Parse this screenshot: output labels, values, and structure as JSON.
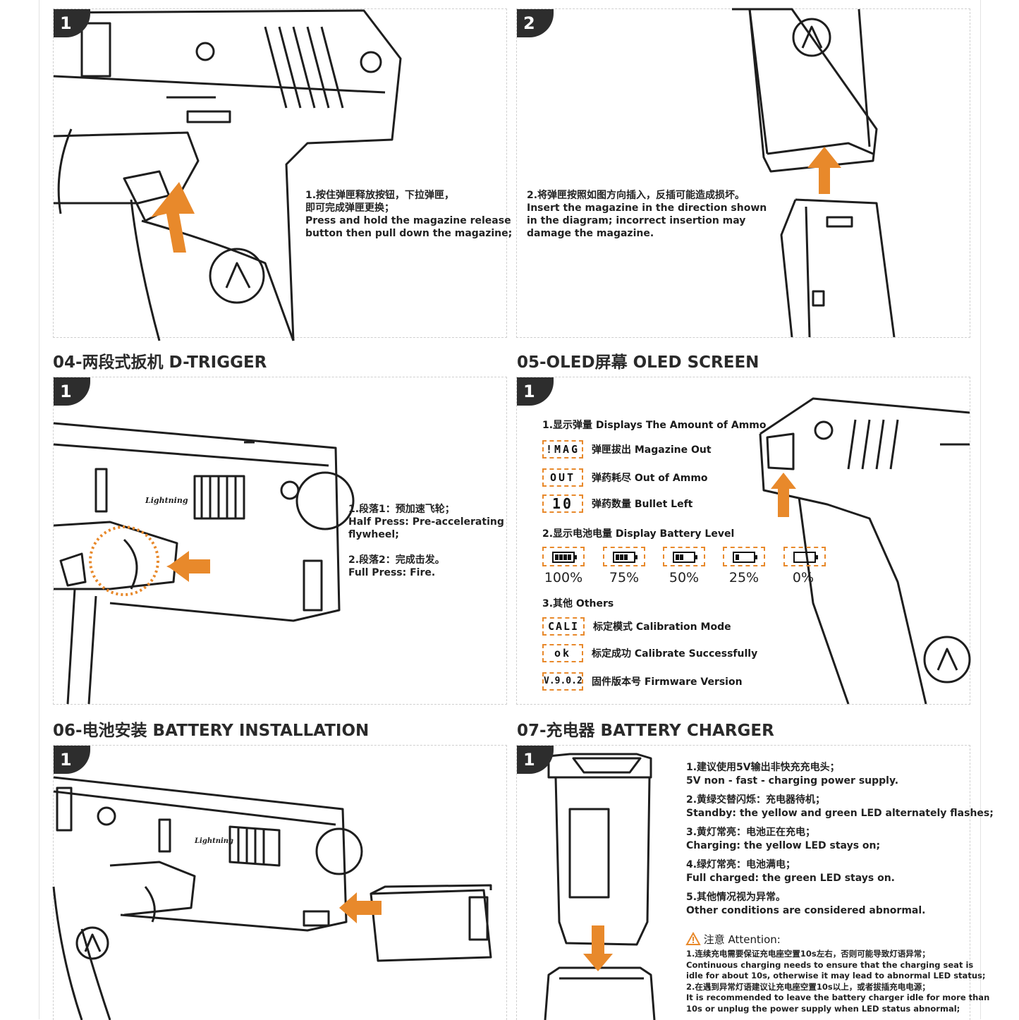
{
  "section_top": {
    "panel1": {
      "step": "1",
      "lines": [
        "1.按住弹匣释放按钮，下拉弹匣，",
        "即可完成弹匣更换；",
        "Press and hold the magazine release",
        "button then pull down the magazine;"
      ]
    },
    "panel2": {
      "step": "2",
      "lines": [
        "2.将弹匣按照如图方向插入，反插可能造成损坏。",
        "Insert the magazine in the direction shown",
        "in the diagram; incorrect insertion may",
        "damage the magazine."
      ]
    }
  },
  "section04": {
    "title": "04-两段式扳机 D-TRIGGER",
    "step": "1",
    "brand_mark": "Lightning",
    "lines": [
      "1.段落1：预加速飞轮；",
      "Half Press: Pre-accelerating",
      "flywheel;",
      "",
      "2.段落2：完成击发。",
      "Full Press: Fire."
    ]
  },
  "section05": {
    "title": "05-OLED屏幕 OLED SCREEN",
    "step": "1",
    "ammo_heading": "1.显示弹量 Displays The Amount of Ammo",
    "ammo_rows": [
      {
        "code": "!MAG",
        "label": "弹匣拔出 Magazine Out"
      },
      {
        "code": "OUT",
        "label": "弹药耗尽 Out of Ammo"
      },
      {
        "code": "10",
        "label": "弹药数量 Bullet Left"
      }
    ],
    "battery_heading": "2.显示电池电量 Display Battery Level",
    "battery_levels": [
      {
        "label": "100%",
        "bars": 4
      },
      {
        "label": "75%",
        "bars": 3
      },
      {
        "label": "50%",
        "bars": 2
      },
      {
        "label": "25%",
        "bars": 1
      },
      {
        "label": "0%",
        "bars": 0
      }
    ],
    "others_heading": "3.其他 Others",
    "other_rows": [
      {
        "code": "CALI",
        "label": "标定模式 Calibration Mode"
      },
      {
        "code": "ok",
        "label": "标定成功 Calibrate Successfully"
      },
      {
        "code": "V.9.0.2",
        "label": "固件版本号 Firmware Version"
      }
    ]
  },
  "section06": {
    "title": "06-电池安装 BATTERY INSTALLATION",
    "step": "1",
    "brand_mark": "Lightning"
  },
  "section07": {
    "title": "07-充电器 BATTERY CHARGER",
    "step": "1",
    "lines": [
      "1.建议使用5V输出非快充充电头；",
      "5V non - fast - charging power supply.",
      "2.黄绿交替闪烁：充电器待机；",
      "Standby: the yellow and green LED alternately flashes;",
      "3.黄灯常亮：电池正在充电；",
      "Charging: the yellow LED stays on;",
      "4.绿灯常亮：电池满电；",
      "Full charged: the green LED stays on.",
      "5.其他情况视为异常。",
      "Other conditions are considered abnormal."
    ],
    "attention": "注意 Attention:",
    "notes": [
      "1.连续充电需要保证充电座空置10s左右，否则可能导致灯语异常；",
      "Continuous charging needs to ensure that the charging seat is",
      "idle for about 10s, otherwise it may lead to abnormal LED status;",
      "2.在遇到异常灯语建议让充电座空置10s以上，或者拔插充电电源；",
      "It is recommended to leave the battery charger idle for more than",
      "10s or unplug the power supply when LED status abnormal;"
    ]
  },
  "colors": {
    "accent": "#e8892b",
    "badge": "#2d2d2d",
    "line_art": "#1e1e1e"
  }
}
